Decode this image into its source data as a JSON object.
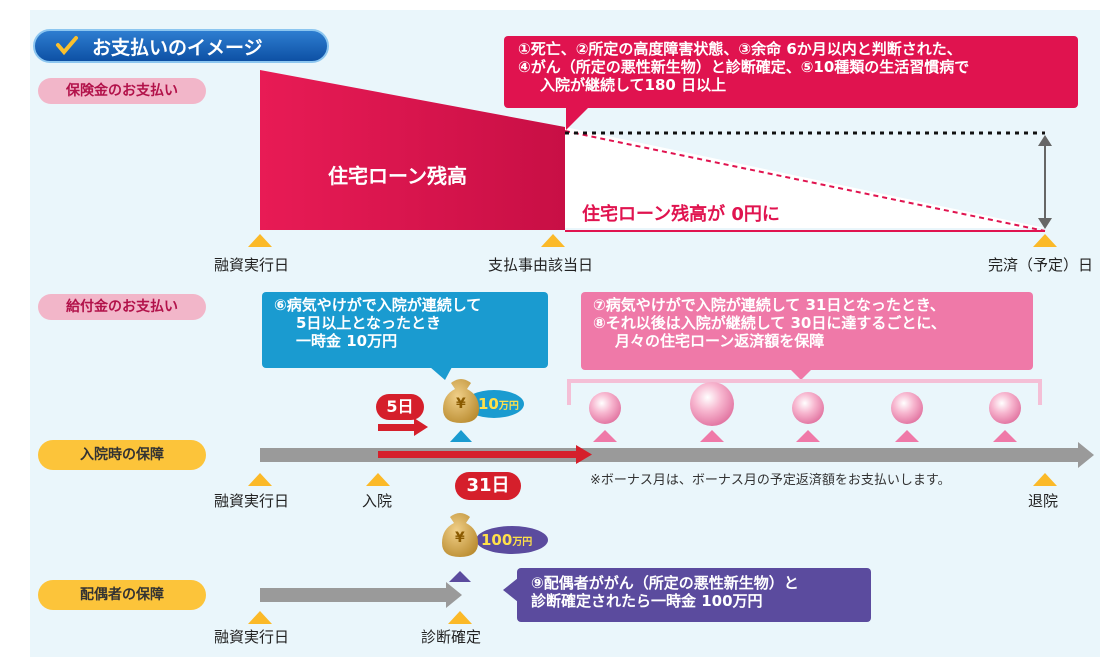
{
  "header": {
    "title": "お支払いのイメージ"
  },
  "insurance": {
    "label": "保険金のお支払い",
    "callout": [
      "①死亡、②所定の高度障害状態、③余命 6か月以内と判断された、",
      "④がん（所定の悪性新生物）と診断確定、⑤10種類の生活習慣病で",
      "入院が継続して180 日以上"
    ],
    "balance_label": "住宅ローン残高",
    "zero_label": "住宅ローン残高が 0円に",
    "axis": [
      "融資実行日",
      "支払事由該当日",
      "完済（予定）日"
    ]
  },
  "benefit": {
    "label": "給付金のお支払い",
    "callout_blue": [
      "⑥病気やけがで入院が連続して",
      "5日以上となったとき",
      "一時金 10万円"
    ],
    "callout_pink": [
      "⑦病気やけがで入院が連続して 31日となったとき、",
      "⑧それ以後は入院が継続して 30日に達するごとに、",
      "月々の住宅ローン返済額を保障"
    ],
    "bag_amount": "10",
    "bag_unit": "万円",
    "bag_symbol": "¥",
    "days5": "5日",
    "days31": "31日"
  },
  "hospital": {
    "label": "入院時の保障",
    "note": "※ボーナス月は、ボーナス月の予定返済額をお支払いします。",
    "axis": [
      "融資実行日",
      "入院",
      "退院"
    ]
  },
  "spouse": {
    "label": "配偶者の保障",
    "bag_amount": "100",
    "bag_unit": "万円",
    "bag_symbol": "¥",
    "callout": [
      "⑨配偶者ががん（所定の悪性新生物）と",
      "診断確定されたら一時金 100万円"
    ],
    "axis": [
      "融資実行日",
      "診断確定"
    ]
  },
  "colors": {
    "crimson": "#e0134f",
    "pink": "#ef79a8",
    "blue": "#1a9bd0",
    "purple": "#5b4b9e",
    "yellow": "#fbb928",
    "gray": "#9a9a9a",
    "red": "#d51f2b"
  }
}
